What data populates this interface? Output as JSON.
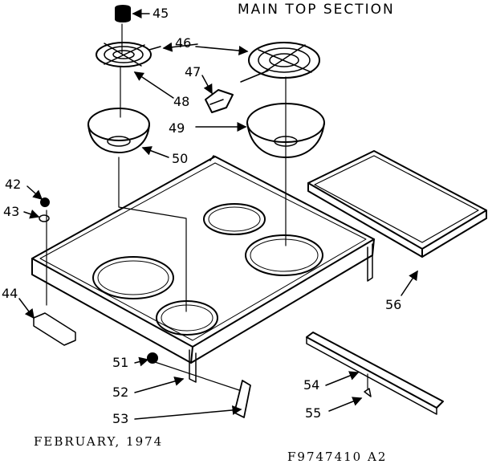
{
  "title": "MAIN TOP SECTION",
  "footer": {
    "date": "FEBRUARY, 1974",
    "code": "F9747410 A2"
  },
  "callouts": {
    "c42": "42",
    "c43": "43",
    "c44": "44",
    "c45": "45",
    "c46": "46",
    "c47": "47",
    "c48": "48",
    "c49": "49",
    "c50": "50",
    "c51": "51",
    "c52": "52",
    "c53": "53",
    "c54": "54",
    "c55": "55",
    "c56": "56"
  },
  "colors": {
    "ink": "#000000",
    "paper": "#ffffff"
  }
}
